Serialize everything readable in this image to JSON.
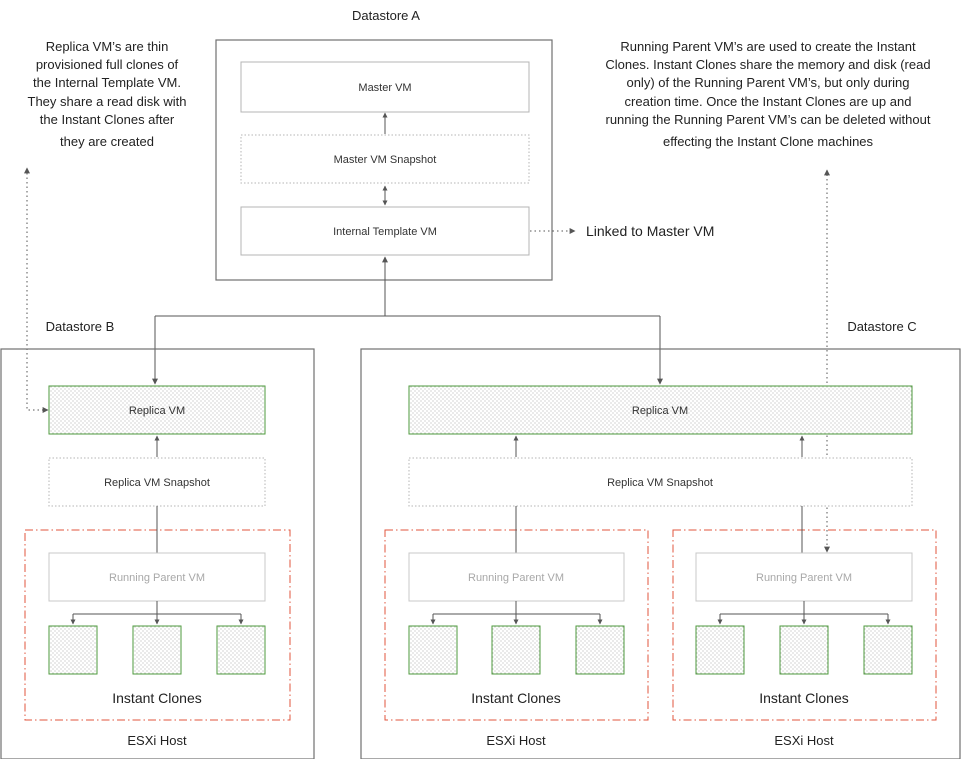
{
  "datastore_a": {
    "title": "Datastore A",
    "master_vm": "Master VM",
    "master_snapshot": "Master VM Snapshot",
    "internal_template": "Internal Template VM",
    "linked_note": "Linked to Master VM"
  },
  "datastore_b": {
    "title": "Datastore B",
    "replica_vm": "Replica VM",
    "replica_snapshot": "Replica VM Snapshot",
    "running_parent": "Running Parent VM",
    "instant_clones": "Instant Clones",
    "host": "ESXi Host"
  },
  "datastore_c": {
    "title": "Datastore C",
    "replica_vm": "Replica VM",
    "replica_snapshot": "Replica VM Snapshot",
    "hosts": [
      {
        "running_parent": "Running Parent VM",
        "instant_clones": "Instant Clones",
        "host": "ESXi Host"
      },
      {
        "running_parent": "Running Parent VM",
        "instant_clones": "Instant Clones",
        "host": "ESXi Host"
      }
    ]
  },
  "notes": {
    "replica": [
      "Replica VM’s are thin",
      "provisioned full clones of",
      "the Internal Template VM.",
      "They share a read disk with",
      "the Instant Clones after",
      "they are created"
    ],
    "running_parent": [
      "Running Parent VM’s are used to create the Instant",
      "Clones. Instant Clones share the memory and disk (read",
      "only) of the Running Parent VM’s, but only during",
      "creation time. Once the Instant Clones are up and",
      "running the Running Parent VM’s can be deleted without",
      "effecting the Instant Clone machines"
    ]
  },
  "colors": {
    "box_border": "#707070",
    "vm_border": "#b4b4b4",
    "green_border": "#4e9a3c",
    "host_dash": "#e0553c",
    "faded_text": "#a8a8a8",
    "arrow": "#555555"
  }
}
